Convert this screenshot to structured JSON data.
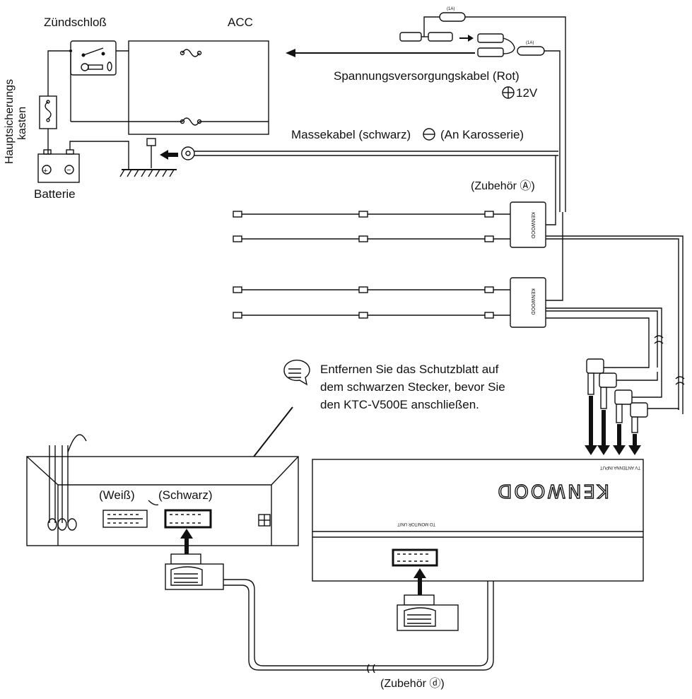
{
  "labels": {
    "ignition": "Zündschloß",
    "acc": "ACC",
    "fuse_box_line1": "Hauptsicherungs",
    "fuse_box_line2": "kasten",
    "battery": "Batterie",
    "power_cable": "Spannungsversorgungskabel (Rot)",
    "power_voltage": "12V",
    "ground_cable": "Massekabel (schwarz)",
    "ground_note": "(An Karosserie)",
    "accessory_a": "(Zubehör Ⓐ)",
    "accessory_d": "(Zubehör ⓓ)",
    "white": "(Weiß)",
    "black": "(Schwarz)",
    "fuse_rating_top": "(1A)",
    "fuse_rating_mid": "(1A)",
    "tv_antenna_input": "TV ANTENNA INPUT",
    "to_monitor_unit": "TO MONITOR UNIT",
    "brand": "KENWOOD",
    "module_brand": "KENWOOD"
  },
  "note": {
    "line1": "Entfernen Sie das Schutzblatt auf",
    "line2": "dem schwarzen Stecker, bevor Sie",
    "line3": "den KTC-V500E anschließen."
  },
  "icons": [
    "key-icon",
    "fuse-icon",
    "battery-icon",
    "ground-symbol-icon",
    "note-speech-icon",
    "arrow-icon"
  ],
  "colors": {
    "line": "#111111",
    "background": "#ffffff"
  }
}
